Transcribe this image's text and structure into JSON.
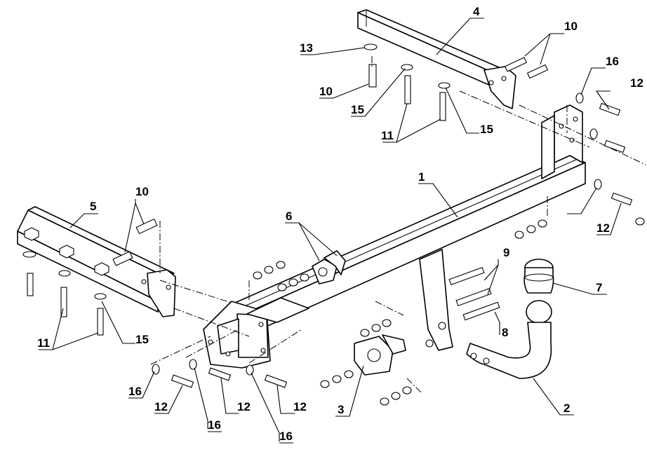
{
  "labels": [
    {
      "id": "1",
      "text": "1"
    },
    {
      "id": "2",
      "text": "2"
    },
    {
      "id": "3",
      "text": "3"
    },
    {
      "id": "4",
      "text": "4"
    },
    {
      "id": "5",
      "text": "5"
    },
    {
      "id": "6",
      "text": "6"
    },
    {
      "id": "7",
      "text": "7"
    },
    {
      "id": "8",
      "text": "8"
    },
    {
      "id": "9",
      "text": "9"
    },
    {
      "id": "10a",
      "text": "10"
    },
    {
      "id": "10b",
      "text": "10"
    },
    {
      "id": "10c",
      "text": "10"
    },
    {
      "id": "11a",
      "text": "11"
    },
    {
      "id": "11b",
      "text": "11"
    },
    {
      "id": "12a",
      "text": "12"
    },
    {
      "id": "12b",
      "text": "12"
    },
    {
      "id": "12c",
      "text": "12"
    },
    {
      "id": "12d",
      "text": "12"
    },
    {
      "id": "12e",
      "text": "12"
    },
    {
      "id": "13",
      "text": "13"
    },
    {
      "id": "15a",
      "text": "15"
    },
    {
      "id": "15b",
      "text": "15"
    },
    {
      "id": "15c",
      "text": "15"
    },
    {
      "id": "16a",
      "text": "16"
    },
    {
      "id": "16b",
      "text": "16"
    },
    {
      "id": "16c",
      "text": "16"
    },
    {
      "id": "16d",
      "text": "16"
    }
  ]
}
